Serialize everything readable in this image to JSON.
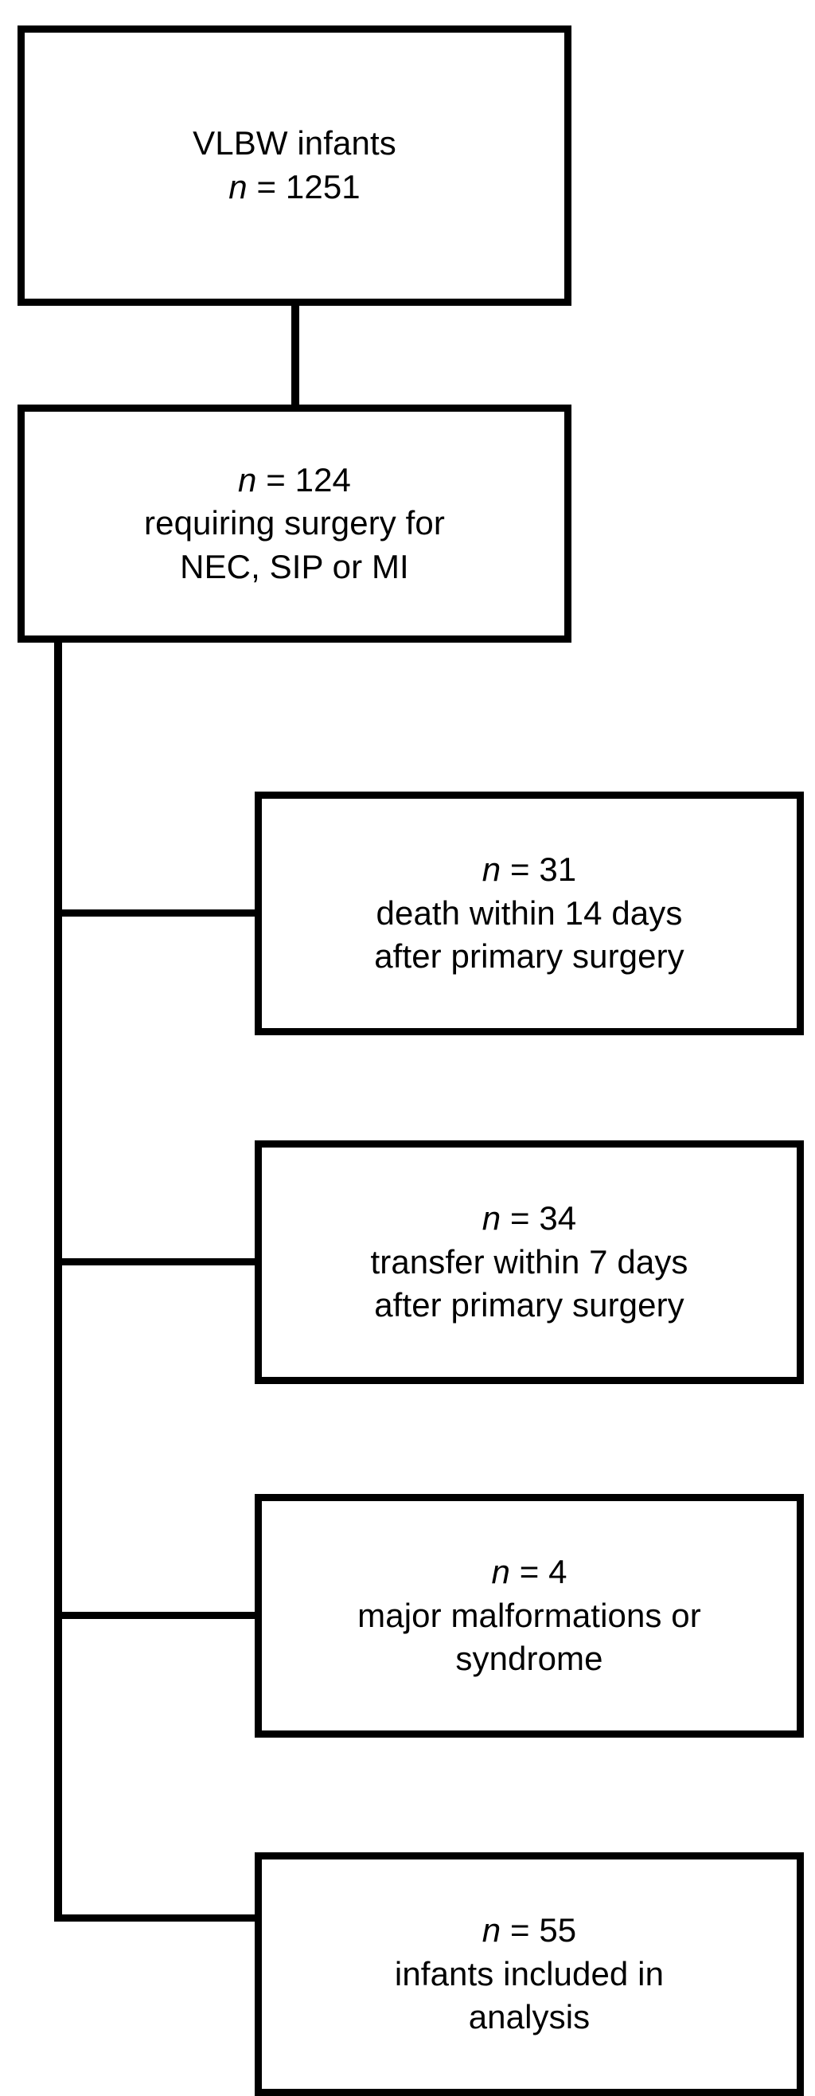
{
  "figure": {
    "type": "flowchart",
    "orientation": "vertical",
    "background_color": "#ffffff",
    "line_color": "#000000",
    "text_color": "#000000"
  },
  "nodes": {
    "cohort": {
      "line1": "VLBW infants",
      "line2_var": "n",
      "line2_rest": " = 1251",
      "count": 1251
    },
    "surgery": {
      "line1_var": "n",
      "line1_rest": " = 124",
      "line2": "requiring surgery for",
      "line3": "NEC, SIP or MI",
      "count": 124
    },
    "death": {
      "line1_var": "n",
      "line1_rest": " = 31",
      "line2": "death within 14 days",
      "line3": "after primary surgery",
      "count": 31
    },
    "transfer": {
      "line1_var": "n",
      "line1_rest": " = 34",
      "line2": "transfer within 7 days",
      "line3": "after primary surgery",
      "count": 34
    },
    "malformation": {
      "line1_var": "n",
      "line1_rest": " = 4",
      "line2": "major malformations or",
      "line3": "syndrome",
      "count": 4
    },
    "included": {
      "line1_var": "n",
      "line1_rest": " = 55",
      "line2": "infants included in",
      "line3": "analysis",
      "count": 55
    }
  },
  "chart_data": {
    "type": "flow",
    "title": "",
    "steps": [
      {
        "id": "cohort",
        "label": "VLBW infants",
        "n": 1251
      },
      {
        "id": "surgery",
        "label": "requiring surgery for NEC, SIP or MI",
        "n": 124
      },
      {
        "id": "death",
        "label": "death within 14 days after primary surgery",
        "n": 31
      },
      {
        "id": "transfer",
        "label": "transfer within 7 days after primary surgery",
        "n": 34
      },
      {
        "id": "malformation",
        "label": "major malformations or syndrome",
        "n": 4
      },
      {
        "id": "included",
        "label": "infants included in analysis",
        "n": 55
      }
    ],
    "edges": [
      {
        "from": "cohort",
        "to": "surgery"
      },
      {
        "from": "surgery",
        "to": "death"
      },
      {
        "from": "surgery",
        "to": "transfer"
      },
      {
        "from": "surgery",
        "to": "malformation"
      },
      {
        "from": "surgery",
        "to": "included"
      }
    ]
  }
}
